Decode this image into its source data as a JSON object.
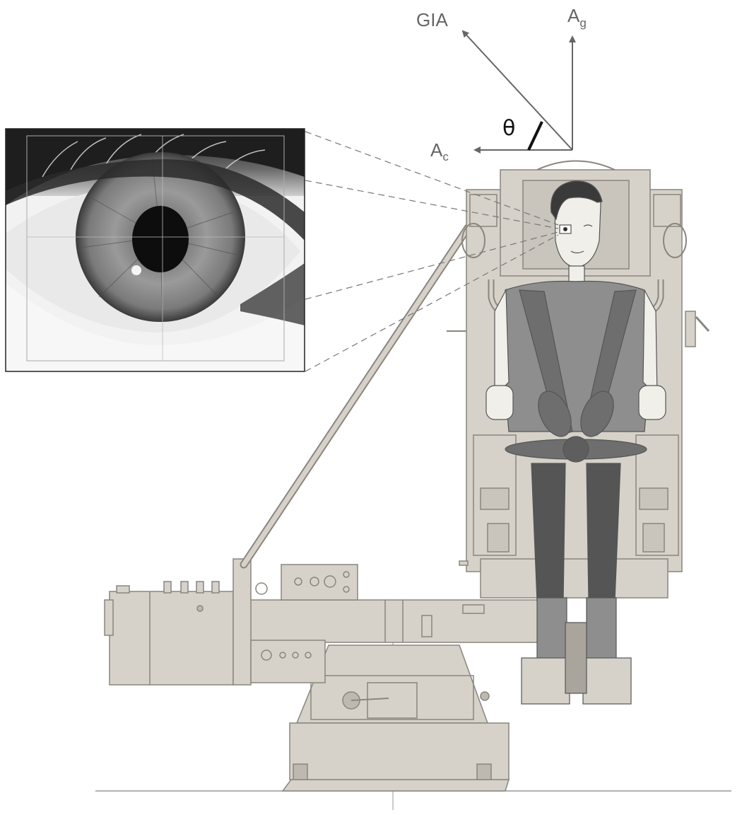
{
  "vectors": {
    "gia": {
      "label": "GIA"
    },
    "ag": {
      "label": "A",
      "subscript": "g"
    },
    "ac": {
      "label": "A",
      "subscript": "c"
    },
    "angle": {
      "label": "θ"
    }
  },
  "colors": {
    "machine_fill": "#d6d2ca",
    "machine_stroke": "#8a867e",
    "machine_dark": "#a9a59c",
    "body_dark": "#6e6e6e",
    "body_mid": "#8e8e8e",
    "skin": "#f1efe9",
    "arrow": "#666666",
    "eye_iris": "#8f8f8f",
    "eye_pupil": "#0d0d0d"
  },
  "icons": [
    "eye-closeup-image",
    "rotating-chair-apparatus",
    "seated-subject",
    "gravity-vector-arrow",
    "centripetal-vector-arrow",
    "gia-vector-arrow"
  ]
}
